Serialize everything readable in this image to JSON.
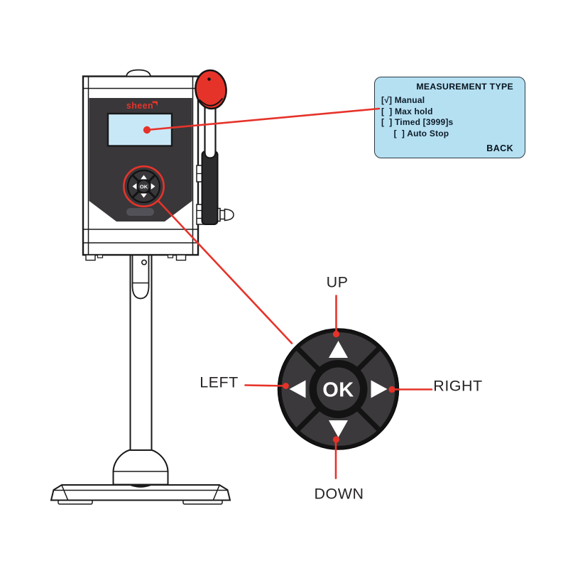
{
  "illustration": {
    "brand_logo": "sheen",
    "device_dpad_ok_label": "OK"
  },
  "callout": {
    "title": "MEASUREMENT TYPE",
    "items": [
      "[√] Manual",
      "[  ] Max hold",
      "[  ] Timed [3999]s",
      "     [  ] Auto Stop"
    ],
    "back_label": "BACK"
  },
  "dpad": {
    "ok_label": "OK",
    "label_up": "UP",
    "label_down": "DOWN",
    "label_left": "LEFT",
    "label_right": "RIGHT"
  },
  "colors": {
    "accent_red": "#e6332a",
    "callout_bg": "#b5e0f2",
    "callout_text": "#0e1c29",
    "screen_bg": "#c9e8f7",
    "panel_dark": "#39373a",
    "pad_gray": "#3b393b",
    "ring_black": "#131313",
    "label_text": "#272324"
  }
}
